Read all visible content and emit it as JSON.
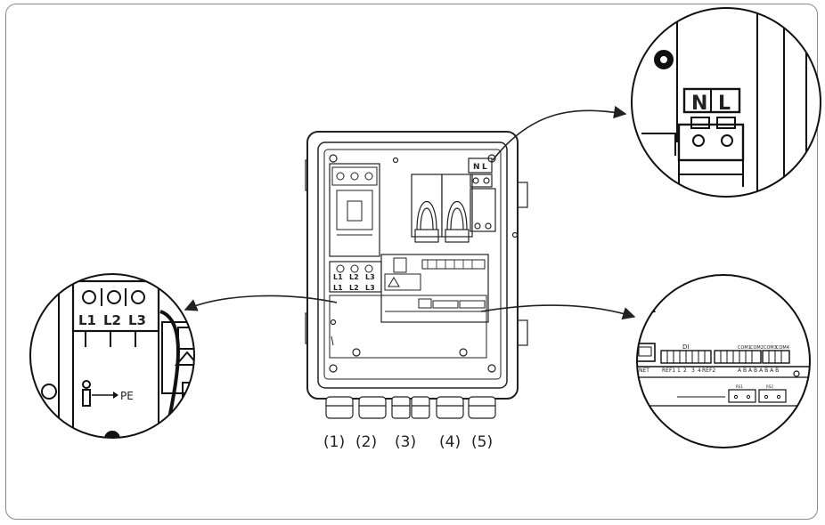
{
  "zoom_top": {
    "n": "N",
    "l": "L"
  },
  "enclosure": {
    "n": "N",
    "l": "L",
    "breaker_l1": "L1",
    "breaker_l2": "L2",
    "breaker_l3": "L3",
    "bottom_l1": "L1",
    "bottom_l2": "L2",
    "bottom_l3": "L3"
  },
  "zoom_left": {
    "l1": "L1",
    "l2": "L2",
    "l3": "L3",
    "pe": "PE"
  },
  "zoom_right": {
    "di": "DI",
    "net": "NET",
    "ref1": "REF1",
    "d1": "1",
    "d2": "2",
    "d3": "3",
    "d4": "4",
    "ref2": "REF2",
    "com1": "COM1",
    "com2": "COM2",
    "com3": "COM3",
    "com4": "COM4",
    "ab": "A B A B A B A B",
    "rs1": "RS1",
    "rs2": "RS2"
  },
  "glands": [
    "(1)",
    "(2)",
    "(3)",
    "(4)",
    "(5)"
  ]
}
